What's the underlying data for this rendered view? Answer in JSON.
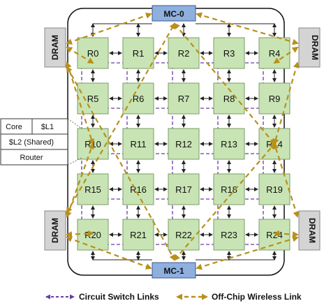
{
  "diagram": {
    "routers": [
      "R0",
      "R1",
      "R2",
      "R3",
      "R4",
      "R5",
      "R6",
      "R7",
      "R8",
      "R9",
      "R10",
      "R11",
      "R12",
      "R13",
      "R14",
      "R15",
      "R16",
      "R17",
      "R18",
      "R19",
      "R20",
      "R21",
      "R22",
      "R23",
      "R24"
    ],
    "grid": {
      "rows": 5,
      "cols": 5
    },
    "memory_controllers": {
      "top": "MC-0",
      "bottom": "MC-1"
    },
    "dram": [
      "DRAM",
      "DRAM",
      "DRAM",
      "DRAM"
    ],
    "tile_breakdown": {
      "core": "Core",
      "l1": "$L1",
      "l2": "$L2 (Shared)",
      "router": "Router"
    },
    "legend": {
      "circuit": "Circuit Switch Links",
      "wireless": "Off-Chip Wireless Link"
    },
    "colors": {
      "router_fill": "#c9e4b4",
      "router_stroke": "#7a9d66",
      "mc_fill": "#8fb0df",
      "mc_stroke": "#3b5a8c",
      "dram_fill": "#d4d4d4",
      "circuit_link": "#6b3aa6",
      "wireless_link": "#b8901a",
      "mesh_link": "#222222"
    }
  }
}
